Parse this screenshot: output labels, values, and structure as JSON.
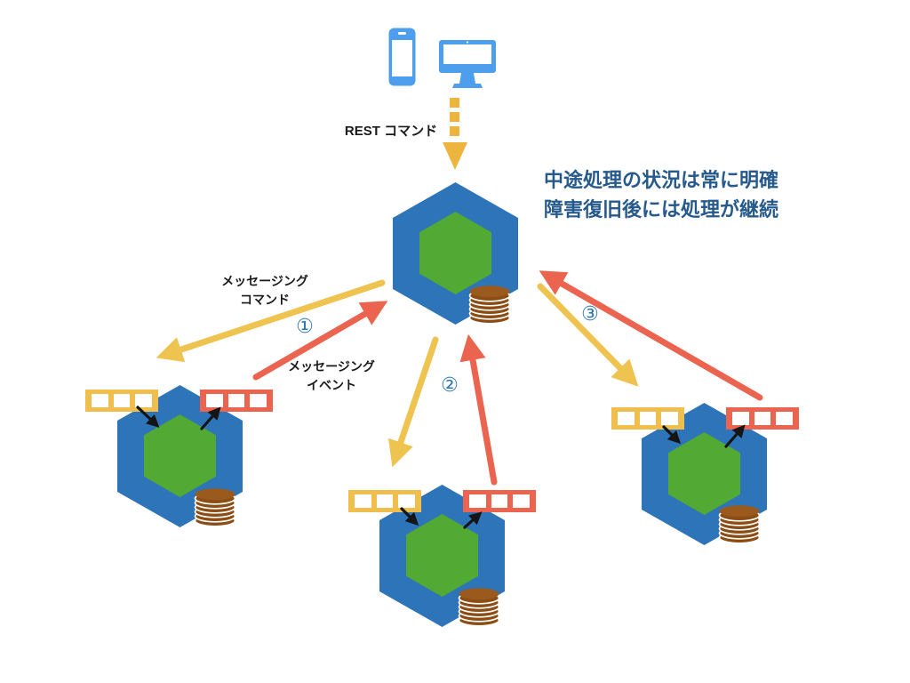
{
  "page": {
    "type": "event-driven-architecture-diagram",
    "background": "#FFFFFF"
  },
  "labels": {
    "rest_command": "REST コマンド",
    "messaging_command_line1": "メッセージング",
    "messaging_command_line2": "コマンド",
    "messaging_event_line1": "メッセージング",
    "messaging_event_line2": "イベント",
    "note_line1": "中途処理の状況は常に明確",
    "note_line2": "障害復旧後には処理が継続",
    "step_1": "①",
    "step_2": "②",
    "step_3": "③"
  },
  "icons": {
    "smartphone": "smartphone-icon",
    "monitor": "desktop-monitor-icon",
    "central_service": "hexagon-service-icon",
    "worker_services": [
      "hexagon-service-icon",
      "hexagon-service-icon",
      "hexagon-service-icon"
    ],
    "database": "coin-stack-database-icon",
    "command_queue": "yellow-command-queue-icon",
    "event_queue": "red-event-queue-icon",
    "rest_arrow": "dashed-down-arrow-icon"
  },
  "colors": {
    "device_blue": "#4D9FEE",
    "hexagon_blue": "#2E74B8",
    "hexagon_green": "#52A933",
    "command_yellow": "#EFC34F",
    "event_red": "#EB6450",
    "database_brown": "#8C4D15",
    "note_text_blue": "#275A8C",
    "step_number_blue": "#2E75B6",
    "label_black": "#1A1A1A"
  }
}
